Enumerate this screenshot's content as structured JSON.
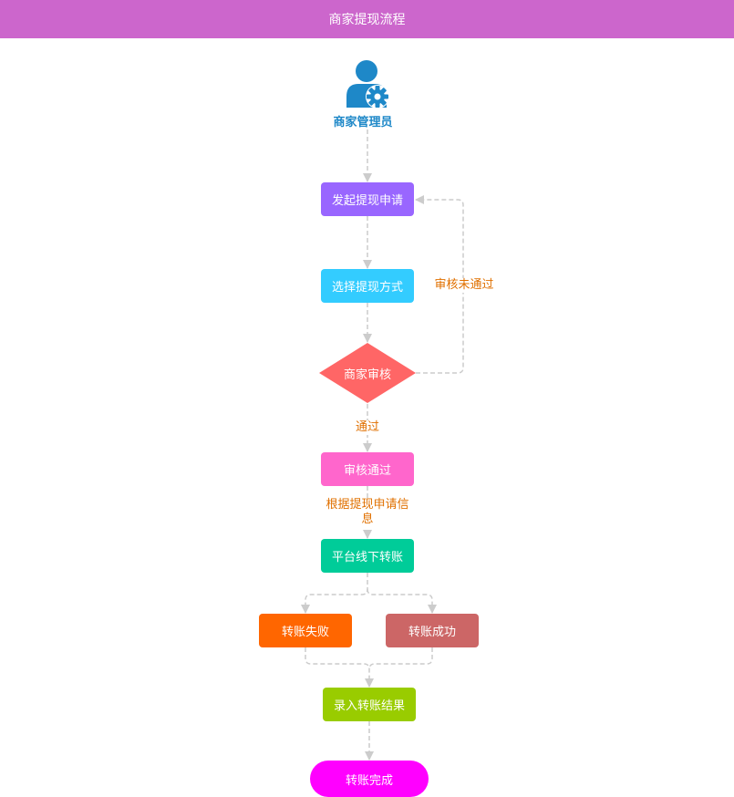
{
  "header": {
    "title": "商家提现流程"
  },
  "actor": {
    "label": "商家管理员",
    "icon": "admin-user-gear-icon",
    "color": "#1e88c8"
  },
  "nodes": {
    "initiate": {
      "label": "发起提现申请",
      "color": "#9966ff"
    },
    "choose_method": {
      "label": "选择提现方式",
      "color": "#33ccff"
    },
    "review": {
      "label": "商家审核",
      "color": "#ff6666"
    },
    "approved": {
      "label": "审核通过",
      "color": "#ff66cc"
    },
    "offline_transfer": {
      "label": "平台线下转账",
      "color": "#00cc99"
    },
    "transfer_failed": {
      "label": "转账失败",
      "color": "#ff6600"
    },
    "transfer_success": {
      "label": "转账成功",
      "color": "#cc6666"
    },
    "record_result": {
      "label": "录入转账结果",
      "color": "#99cc00"
    },
    "complete": {
      "label": "转账完成",
      "color": "#ff00ff"
    }
  },
  "edge_labels": {
    "rejected": "审核未通过",
    "passed": "通过",
    "by_request_info": "根据提现申请信息"
  }
}
